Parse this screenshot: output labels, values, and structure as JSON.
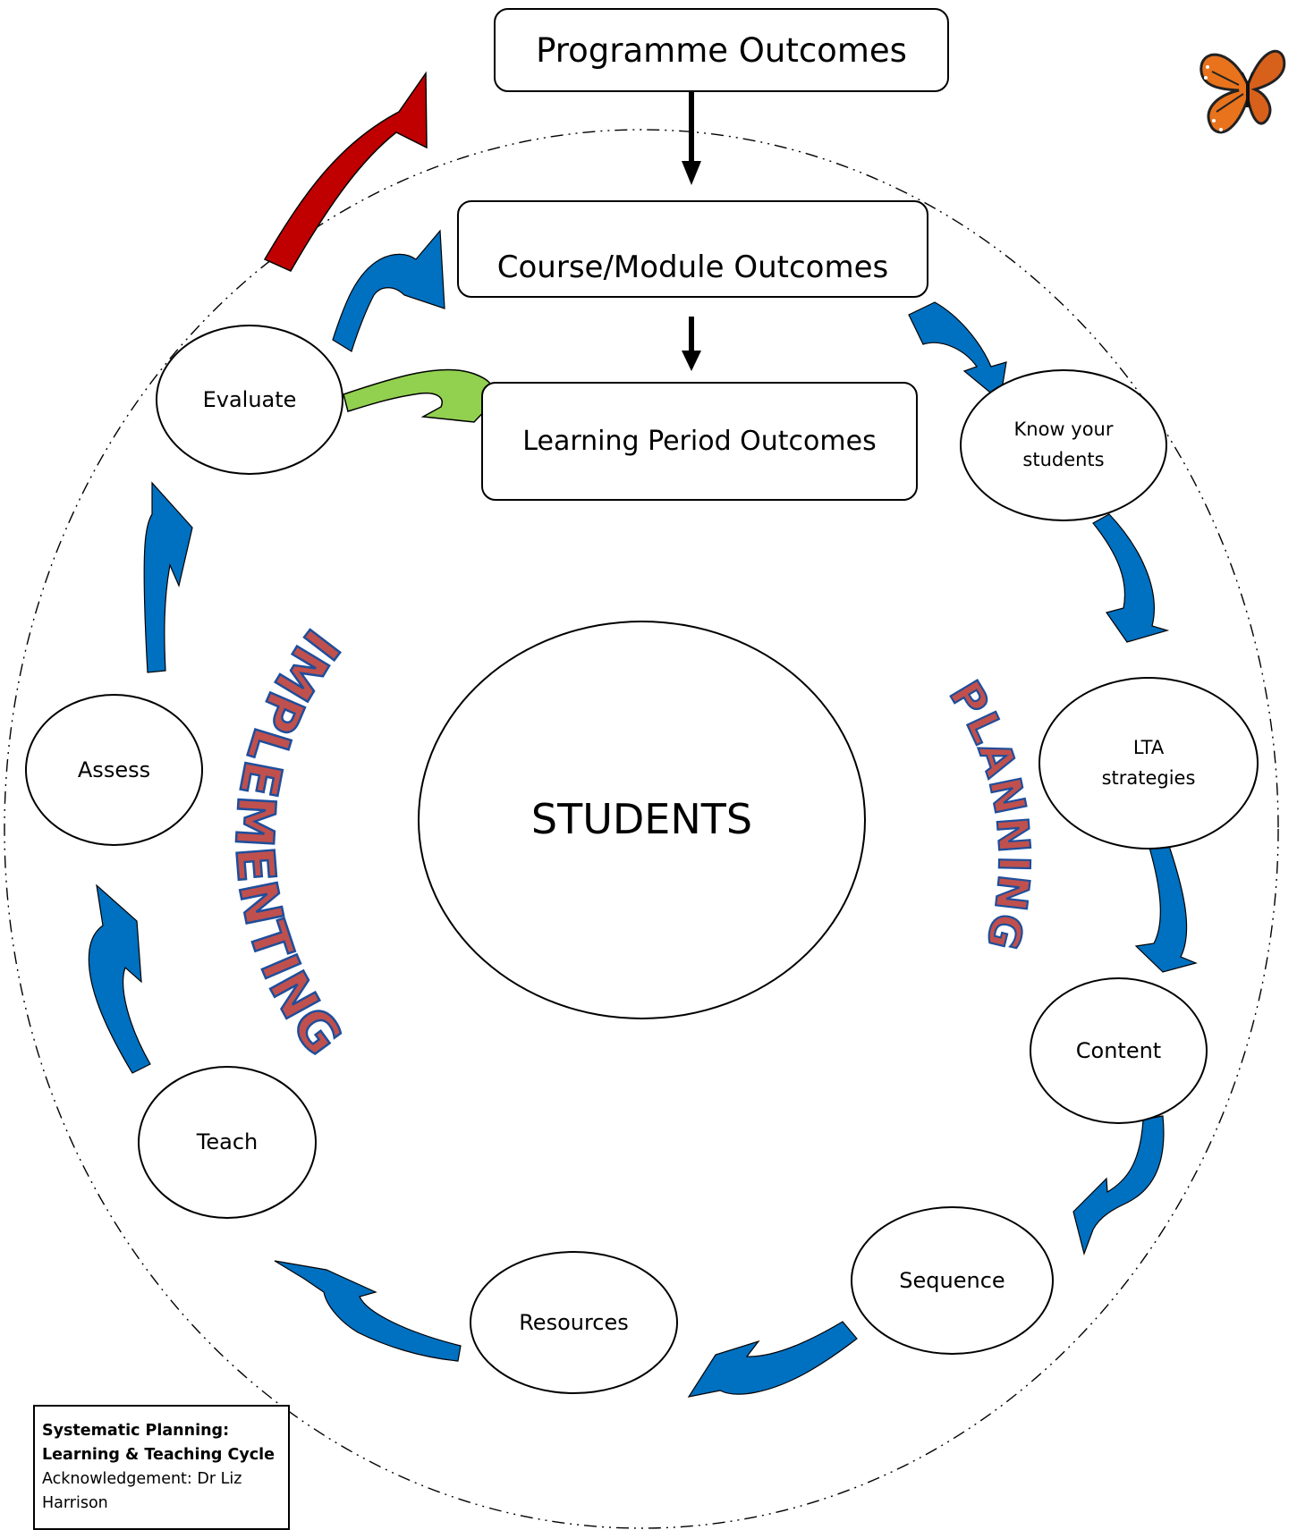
{
  "outcomes": {
    "programme": "Programme Outcomes",
    "course_module": "Course/Module Outcomes",
    "learning_period": "Learning Period Outcomes"
  },
  "center": "STUDENTS",
  "phases": {
    "planning": "PLANNING",
    "implementing": "IMPLEMENTING"
  },
  "cycle": {
    "know_line1": "Know your",
    "know_line2": "students",
    "lta_line1": "LTA",
    "lta_line2": "strategies",
    "content": "Content",
    "sequence": "Sequence",
    "resources": "Resources",
    "teach": "Teach",
    "assess": "Assess",
    "evaluate": "Evaluate"
  },
  "caption": {
    "title_line1": "Systematic Planning:",
    "title_line2": "Learning & Teaching Cycle",
    "ack_line1": "Acknowledgement: Dr Liz",
    "ack_line2": "Harrison"
  },
  "colors": {
    "blue_arrow": "#0070c0",
    "red_arrow": "#c00000",
    "green_arrow": "#92d050",
    "phase_text_fill": "#c0504d",
    "phase_text_outline": "#1f4e9b"
  },
  "icons": [
    "butterfly-icon"
  ]
}
